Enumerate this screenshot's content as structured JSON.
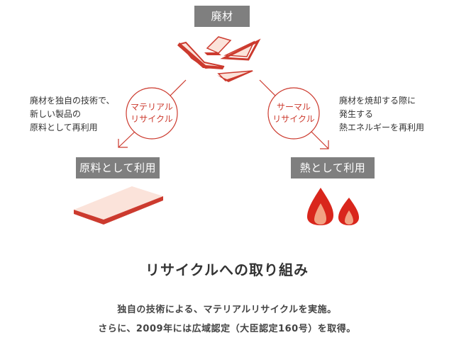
{
  "top_tag": "廃材",
  "left": {
    "circle_label_line1": "マテリアル",
    "circle_label_line2": "リサイクル",
    "note_lines": [
      "廃材を独自の技術で、",
      "新しい製品の",
      "原料として再利用"
    ],
    "result_tag": "原料として利用"
  },
  "right": {
    "circle_label_line1": "サーマル",
    "circle_label_line2": "リサイクル",
    "note_lines": [
      "廃材を焼却する際に",
      "発生する",
      "熱エネルギーを再利用"
    ],
    "result_tag": "熱として利用"
  },
  "heading": "リサイクルへの取り組み",
  "description_lines": [
    "独自の技術による、マテリアルリサイクルを実施。",
    "さらに、2009年には広域認定（大臣認定160号）を取得。"
  ],
  "icons": [
    "waste-pieces-icon",
    "board-icon",
    "flame-icon"
  ],
  "colors": {
    "accent": "#cc3a2e",
    "tag_bg": "#7f7f7f",
    "board_fill": "#fbe3da",
    "flame_outer": "#d9261c",
    "flame_inner": "#f2a283"
  }
}
